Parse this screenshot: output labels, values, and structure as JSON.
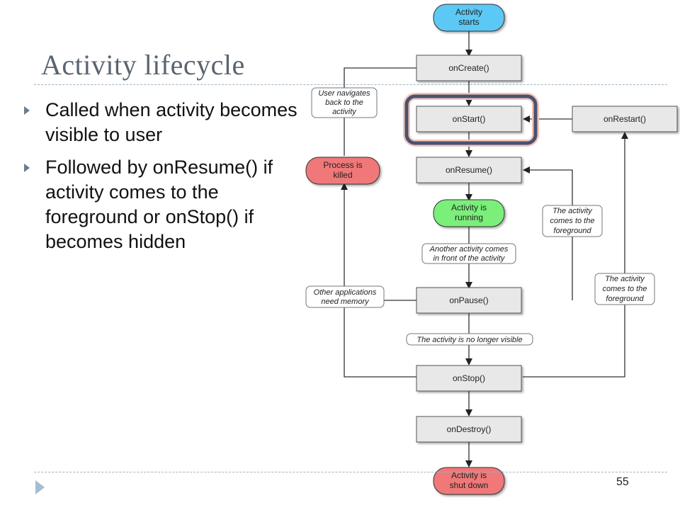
{
  "title": "Activity lifecycle",
  "bullets": [
    "Called when activity becomes visible to user",
    "Followed by onResume() if activity comes to the foreground or onStop() if becomes hidden"
  ],
  "page_number": "55",
  "diagram": {
    "nodes": {
      "start": [
        "Activity",
        "starts"
      ],
      "on_create": "onCreate()",
      "on_start": "onStart()",
      "on_restart": "onRestart()",
      "on_resume": "onResume()",
      "running": [
        "Activity is",
        "running"
      ],
      "on_pause": "onPause()",
      "on_stop": "onStop()",
      "on_destroy": "onDestroy()",
      "shut_down": [
        "Activity is",
        "shut down"
      ],
      "killed": [
        "Process is",
        "killed"
      ]
    },
    "notes": {
      "user_navigates": [
        "User navigates",
        "back to the",
        "activity"
      ],
      "foreground_1": [
        "The activity",
        "comes to the",
        "foreground"
      ],
      "foreground_2": [
        "The activity",
        "comes to the",
        "foreground"
      ],
      "another_activity": [
        "Another activity comes",
        "in front of the activity"
      ],
      "other_apps": [
        "Other applications",
        "need memory"
      ],
      "no_longer_visible": "The activity is no longer visible"
    },
    "colors": {
      "start": "#5bc8f5",
      "running": "#7af07a",
      "end": "#f07878",
      "box": "#e8e8e8",
      "highlight": "#4a5270"
    }
  }
}
